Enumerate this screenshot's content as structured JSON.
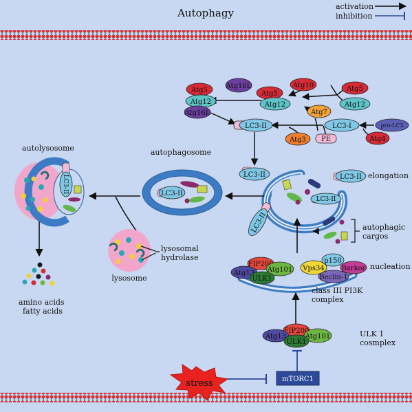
{
  "title": "Autophagy",
  "legend": {
    "activation": "activation",
    "inhibition": "inhibition"
  },
  "proteins": {
    "atg5": "Atg5",
    "atg16l": "Atg16L",
    "atg12": "Atg12",
    "atg10": "Atg10",
    "atg7": "Atg7",
    "atg3": "Atg3",
    "atg4": "Atg4",
    "pe": "PE",
    "lc3_i": "LC3-I",
    "lc3_ii": "LC3-II",
    "pro_lc3": "pro-LC3",
    "fip200": "FIP200",
    "atg101": "Atg101",
    "atg13": "Atg13",
    "ulk1": "ULK1",
    "vps34": "Vps34",
    "p150": "p150",
    "barkor": "Barkor",
    "beclin1": "Beclin-1",
    "mtorc1": "mTORC1"
  },
  "labels": {
    "autolysosome": "autolysosome",
    "autophagosome": "autophagosome",
    "elongation": "elongation",
    "autophagic_cargos": "autophagic\ncargos",
    "nucleation": "nucleation",
    "class3_complex": "class III PI3K\ncomplex",
    "ulk1_complex": "ULK 1\ncosmplex",
    "lysosome": "lysosome",
    "lysosomal_hydrolase": "lysosomal\nhydrolase",
    "products": "amino acids\nfatty acids",
    "stress": "stress"
  },
  "colors": {
    "background": "#c9d8f2",
    "membrane": "#3d7cc4",
    "atg5": "#d62a36",
    "atg16l": "#6a3f9e",
    "atg12": "#5fc4c7",
    "atg7": "#f2a33a",
    "atg3": "#f07f2e",
    "lc3": "#80c7e6",
    "pe": "#f3bcd6",
    "fip200": "#e4463a",
    "atg101": "#6cb642",
    "ulk1": "#2a7a33",
    "atg13": "#4f4aa2",
    "vps34": "#efd836",
    "barkor": "#c63a9a",
    "beclin1": "#7b66b8",
    "lysosome": "#f2a6cb",
    "mtorc1": "#2d4a9a",
    "stress": "#e8231f"
  }
}
